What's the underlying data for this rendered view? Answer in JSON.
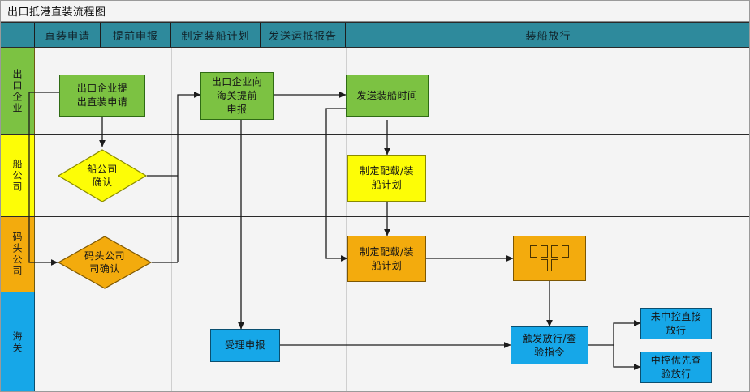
{
  "window": {
    "title": "出口抵港直装流程图"
  },
  "header": {
    "corner_label": "",
    "columns": [
      {
        "label": "直装申请"
      },
      {
        "label": "提前申报"
      },
      {
        "label": "制定装船计划"
      },
      {
        "label": "发送运抵报告"
      },
      {
        "label": "装船放行"
      }
    ]
  },
  "lanes": [
    {
      "label": "出口企业",
      "color": "#7cc242"
    },
    {
      "label": "船公司",
      "color": "#fdfd06"
    },
    {
      "label": "码头公司",
      "color": "#f3ab0d"
    },
    {
      "label": "海关",
      "color": "#16a7e8"
    }
  ],
  "nodes": {
    "apply_direct_loading": "出口企业提\n出直装申请",
    "declare_to_customs": "出口企业向\n海关提前\n申报",
    "send_loading_time": "发送装船时间",
    "shipping_co_confirm": "船公司\n确认",
    "terminal_co_confirm": "码头公司\n司确认",
    "stow_plan_yellow": "制定配载/装\n船计划",
    "stow_plan_orange": "制定配载/装\n船计划",
    "arrival_report": "□ □ □ □\n□ □",
    "accept_declaration": "受理申报",
    "trigger_release": "触发放行/查\n验指令",
    "direct_release": "未中控直接\n放行",
    "priority_inspect": "中控优先查\n验放行"
  },
  "colors": {
    "header_bg": "#2e8a9c",
    "canvas_bg": "#f4f4f4",
    "connector": "#1c1c1c",
    "green": "#7cc242",
    "yellow": "#fdfd06",
    "orange": "#f3ab0d",
    "blue": "#16a7e8"
  }
}
